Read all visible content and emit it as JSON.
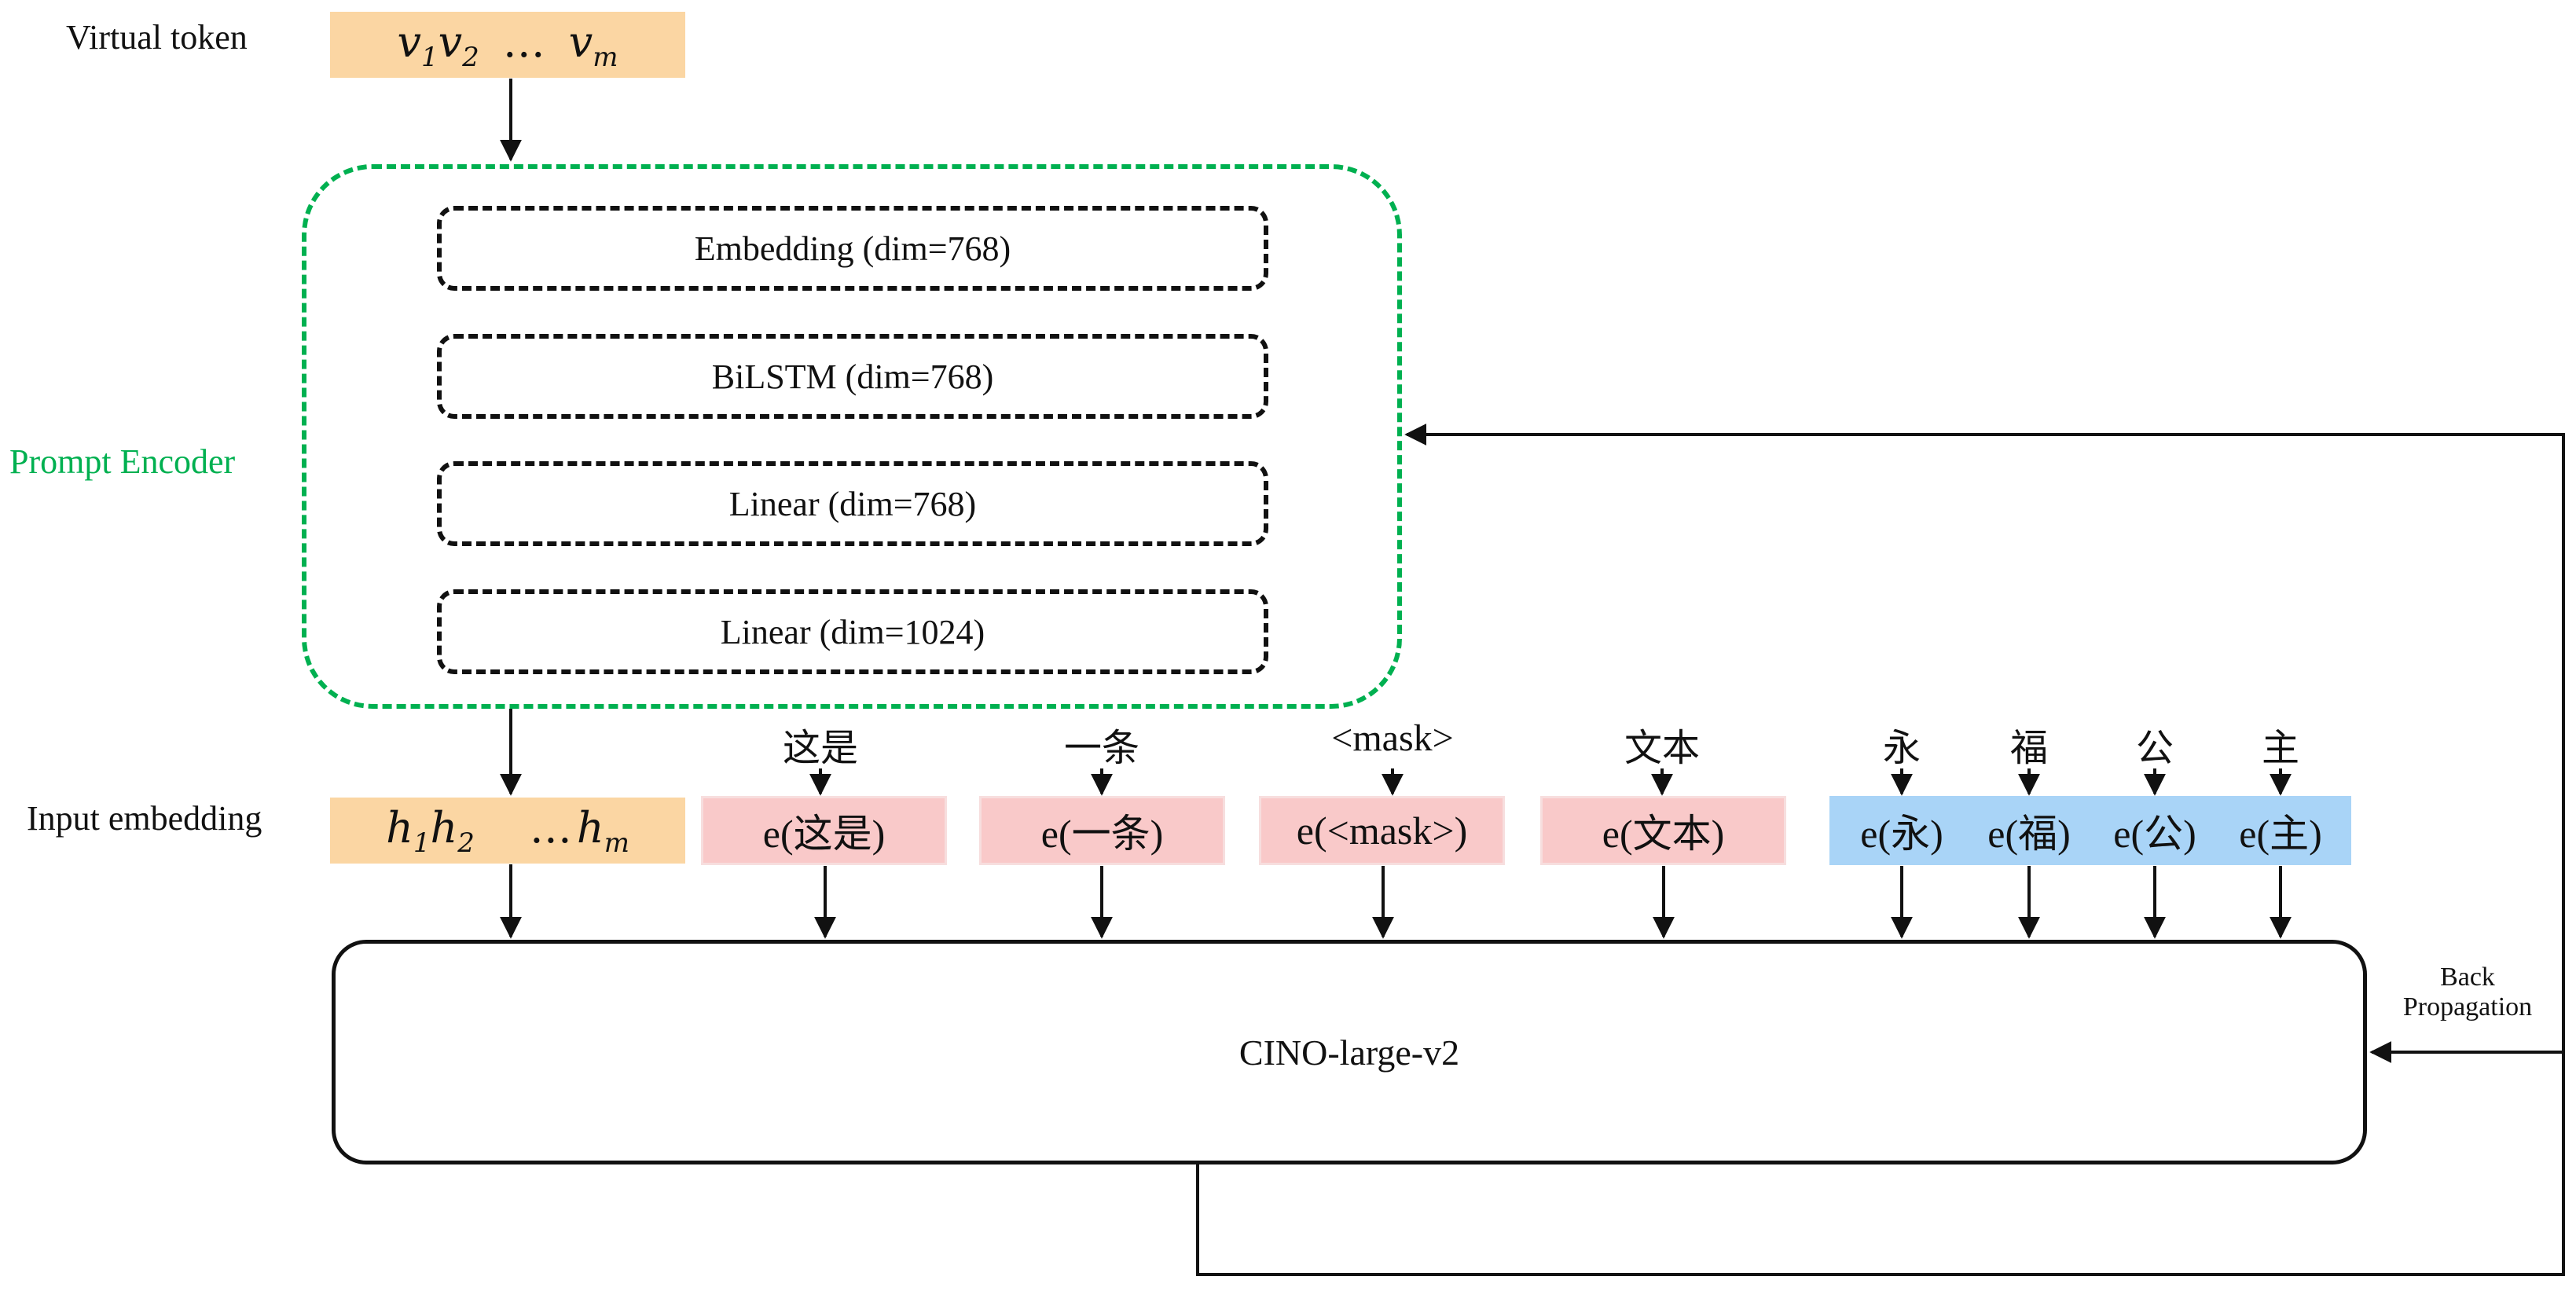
{
  "labels": {
    "virtual_token": "Virtual token",
    "prompt_encoder": "Prompt Encoder",
    "input_embedding": "Input embedding",
    "back_propagation_line1": "Back",
    "back_propagation_line2": "Propagation"
  },
  "virtual_token_box": {
    "v1": "v",
    "v1_sub": "1",
    "v2": "v",
    "v2_sub": "2",
    "dots": "…",
    "vm": "v",
    "vm_sub": "m"
  },
  "encoder_layers": [
    "Embedding (dim=768)",
    "BiLSTM (dim=768)",
    "Linear (dim=768)",
    "Linear (dim=1024)"
  ],
  "hidden_box": {
    "h1": "h",
    "h1_sub": "1",
    "h2": "h",
    "h2_sub": "2",
    "dots": "…",
    "hm": "h",
    "hm_sub": "m"
  },
  "input_tokens": [
    "这是",
    "一条",
    "<mask>",
    "文本"
  ],
  "input_embeddings": [
    "e(这是)",
    "e(一条)",
    "e(<mask>)",
    "e(文本)"
  ],
  "label_tokens": [
    "永",
    "福",
    "公",
    "主"
  ],
  "label_embeddings": [
    "e(永)",
    "e(福)",
    "e(公)",
    "e(主)"
  ],
  "model_name": "CINO-large-v2",
  "colors": {
    "prompt_encoder": "#00b050",
    "virtual_box": "#fbd6a3",
    "text_embedding": "#f9c9c9",
    "label_embedding": "#a9d4f7"
  }
}
